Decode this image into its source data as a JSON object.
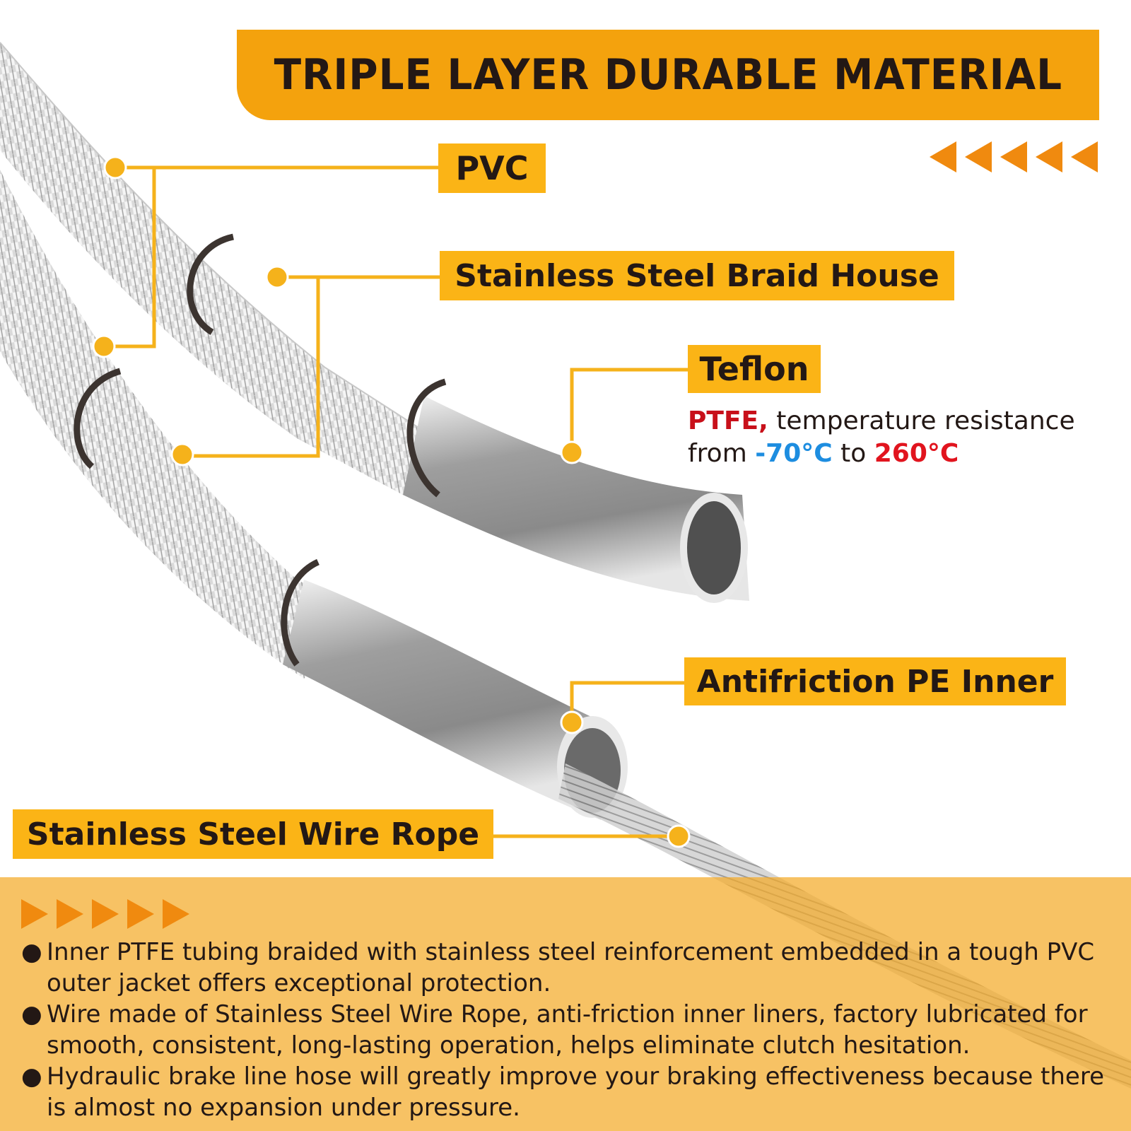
{
  "header": {
    "title": "TRIPLE LAYER DURABLE MATERIAL",
    "accent_color": "#f4a20d"
  },
  "labels": {
    "pvc": "PVC",
    "braid": "Stainless Steel Braid House",
    "teflon": "Teflon",
    "pe_inner": "Antifriction PE Inner",
    "wire_rope": "Stainless Steel Wire Rope"
  },
  "teflon_desc": {
    "ptfe": "PTFE,",
    "line1_rest": " temperature resistance",
    "from": "from ",
    "min_temp": "-70°C",
    "to": " to ",
    "max_temp": "260°C",
    "min_color": "#1d8de0",
    "max_color": "#e1141e"
  },
  "decor": {
    "top_arrows": "left-arrow-icons x5",
    "bottom_arrows": "right-arrow-icons x5"
  },
  "bullets": [
    {
      "dot": "●",
      "text": "Inner PTFE tubing braided with stainless steel reinforcement embedded in a tough PVC outer jacket offers exceptional protection."
    },
    {
      "dot": "●",
      "text": "Wire made of Stainless Steel Wire Rope, anti-friction inner liners, factory lubricated for smooth, consistent, long-lasting operation, helps eliminate clutch hesitation."
    },
    {
      "dot": "●",
      "text": "Hydraulic brake line hose will greatly improve your braking effectiveness because there is almost no expansion under pressure."
    }
  ]
}
